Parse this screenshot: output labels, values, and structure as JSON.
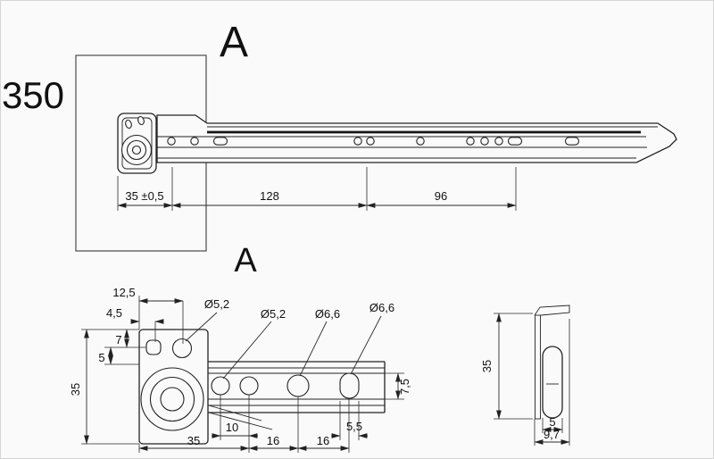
{
  "colors": {
    "background": "#fafafa",
    "line": "#232323"
  },
  "views": {
    "main": {
      "detail_marker": "A",
      "length": "350",
      "dims": {
        "front_width": "35 ±0,5",
        "hole_pitch_1": "128",
        "hole_pitch_2": "96"
      }
    },
    "detail": {
      "marker": "A",
      "dims": {
        "tab_width": "12,5",
        "tab_hole_offset": "4,5",
        "front_hole_dia": "Ø5,2",
        "rail_hole_dia_1": "Ø5,2",
        "rail_hole_dia_2": "Ø6,6",
        "rail_slot_dia": "Ø6,6",
        "plate_height": "35",
        "offset_5": "5",
        "offset_7": "7",
        "rail_height": "7,5",
        "front_length": "35",
        "pitch_10": "10",
        "pitch_16_a": "16",
        "pitch_16_b": "16",
        "slot_width": "5,5"
      }
    },
    "side": {
      "dims": {
        "height": "35",
        "roller_width": "5",
        "depth": "9,7"
      }
    }
  }
}
